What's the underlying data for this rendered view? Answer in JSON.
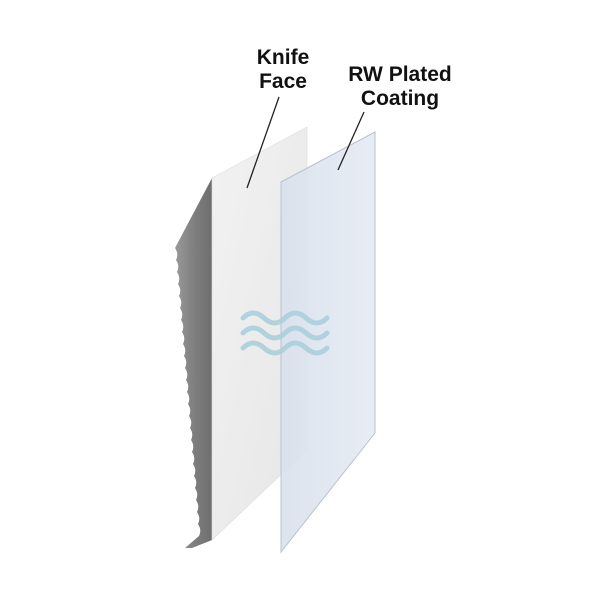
{
  "diagram": {
    "labels": {
      "knife_face": [
        "Knife",
        "Face"
      ],
      "coating": [
        "RW Plated",
        "Coating"
      ]
    },
    "colors": {
      "background": "#ffffff",
      "blade_edge": "#8a8a8a",
      "knife_face": "#ececec",
      "coating": "#dde4ee",
      "waves": "#a9cfdc",
      "leader_line": "#222222"
    },
    "icons": [
      "water-waves-icon"
    ]
  }
}
